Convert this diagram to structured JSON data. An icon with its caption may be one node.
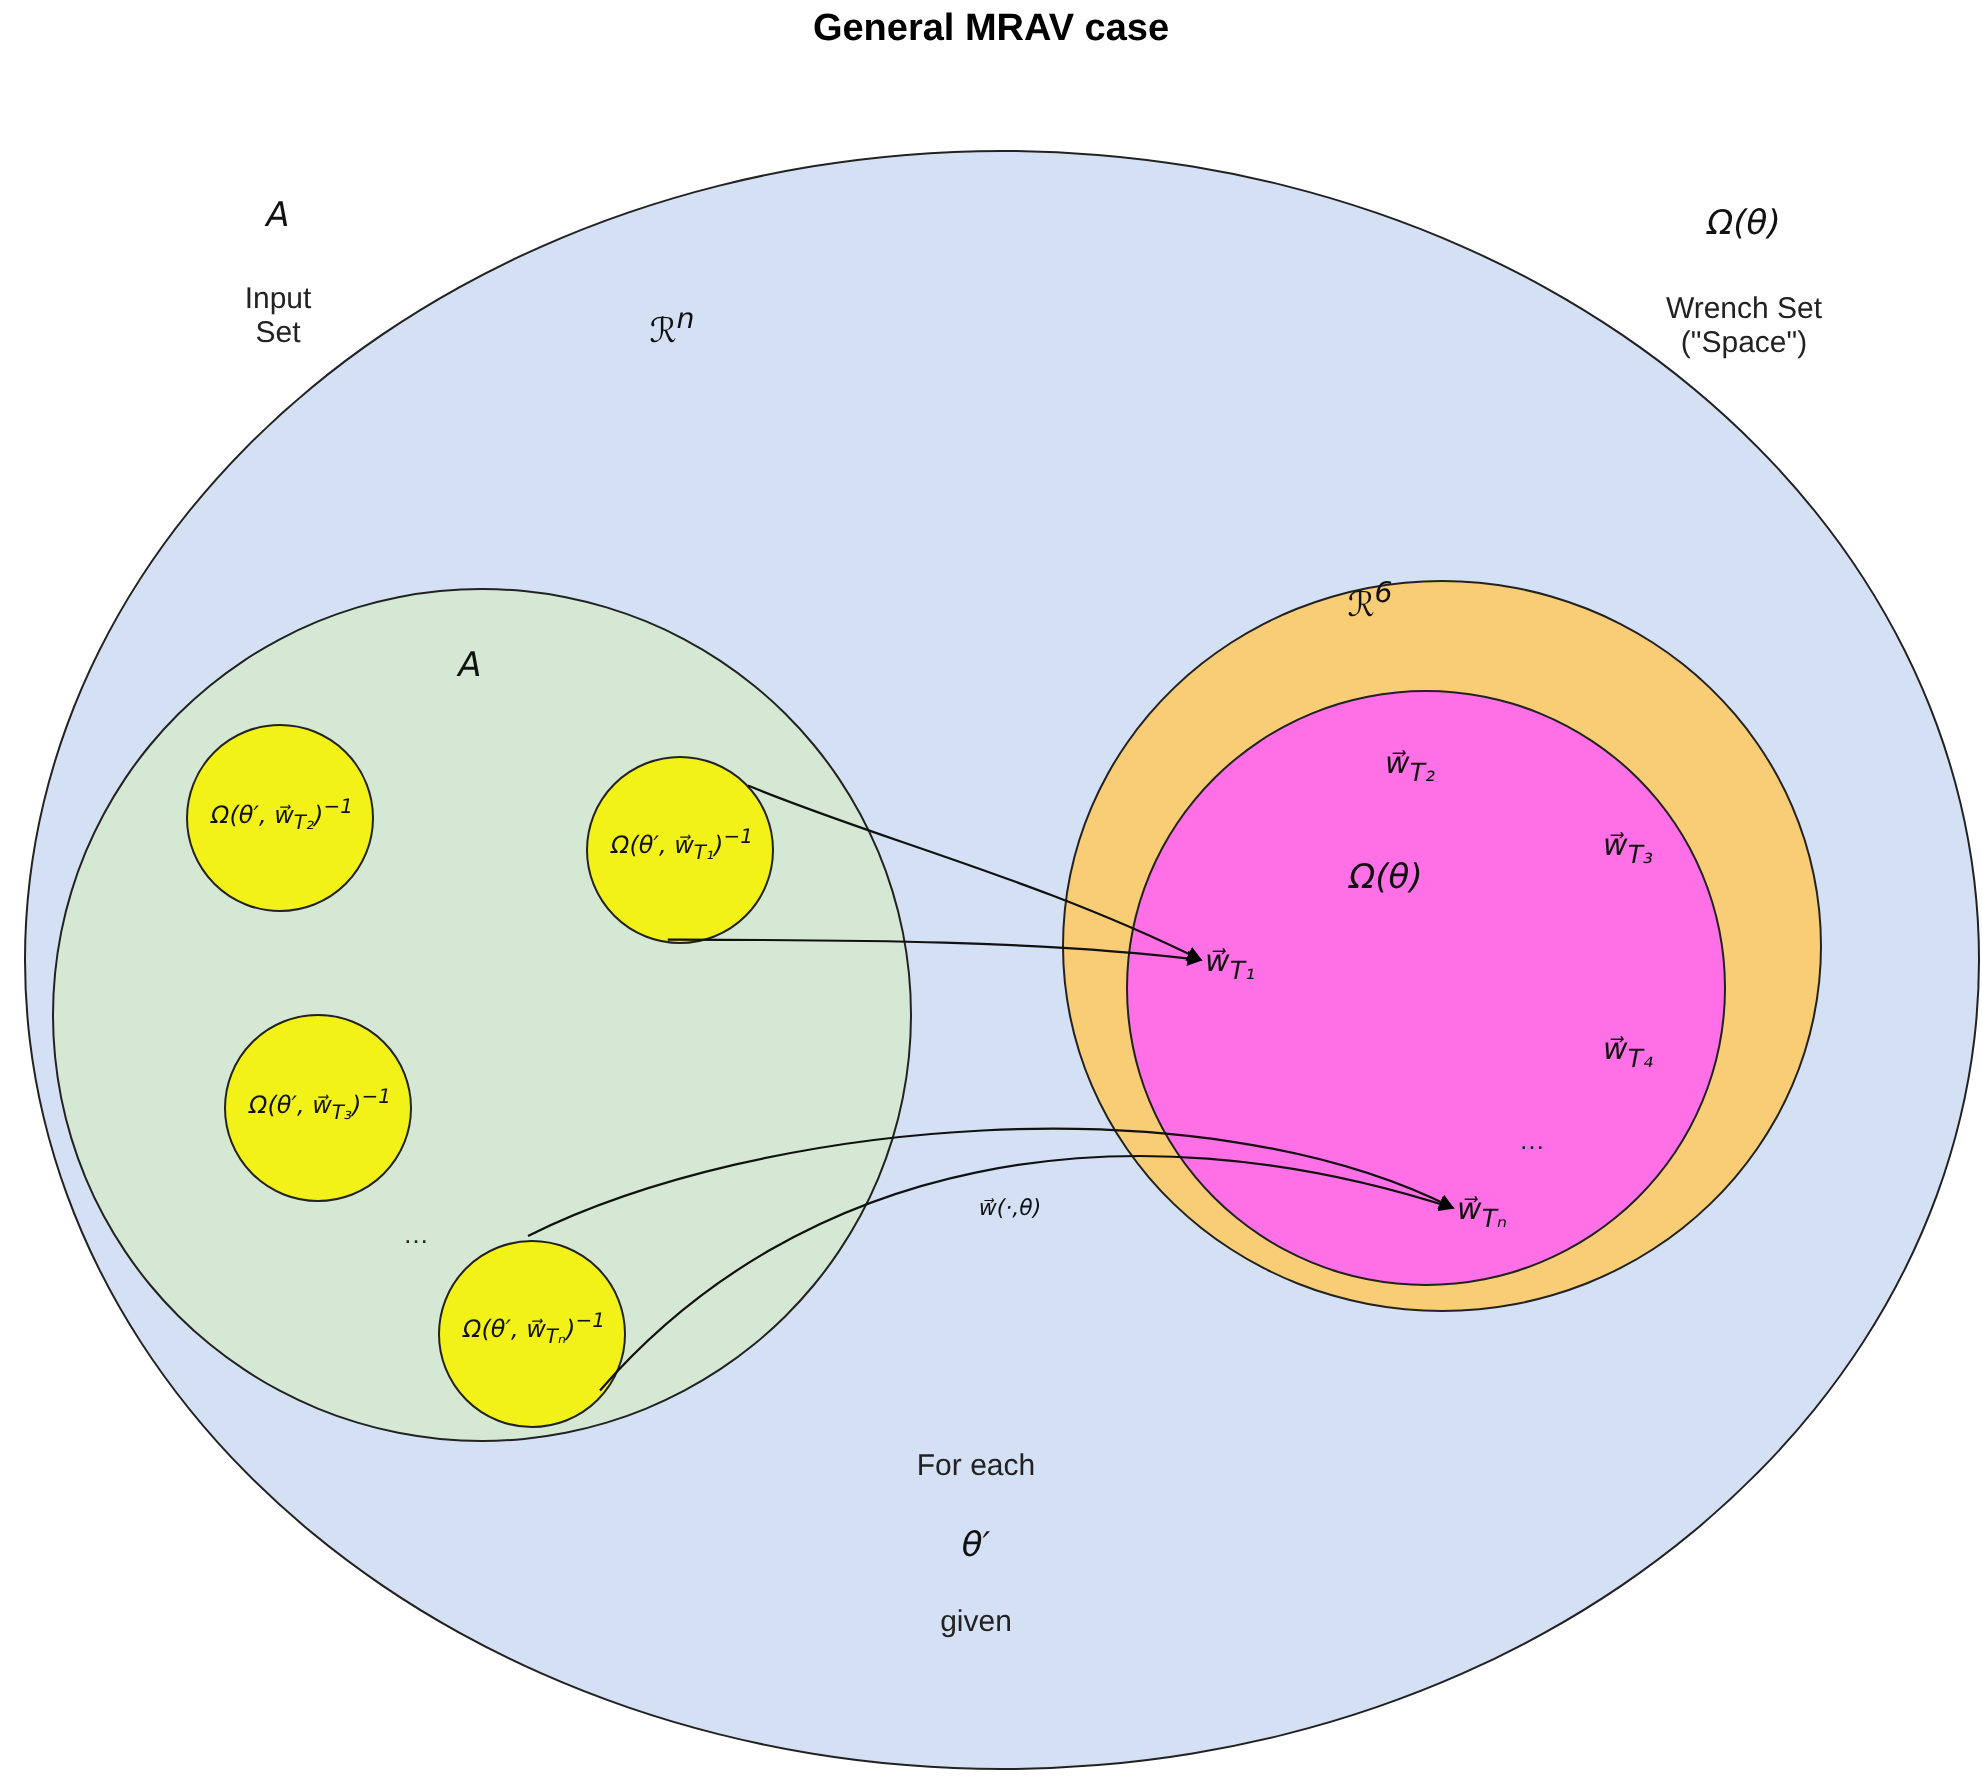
{
  "diagram": {
    "title": "General MRAV case",
    "nodes": [
      {
        "text": [
          "ℛ$^{n}$"
        ]
      },
      {
        "text": [
          "A"
        ],
        "in": 0
      },
      {
        "text": [
          "Ω(θ′, w⃗$_{T₂}$)$^{−1}$"
        ],
        "in": 1
      },
      {
        "text": [
          "Ω(θ′, w⃗$_{T₁}$)$^{−1}$"
        ],
        "in": 1
      },
      {
        "text": [
          "Ω(θ′, w⃗$_{T₃}$)$^{−1}$"
        ],
        "in": 1
      },
      {
        "text": [
          "Ω(θ′, w⃗$_{Tₙ}$)$^{−1}$"
        ],
        "in": 1
      },
      {
        "text": [
          "ℛ$^{6}$"
        ],
        "in": 0
      },
      {
        "text": [
          "Ω(θ)"
        ],
        "in": 6
      },
      {
        "text": [
          "w⃗$_{T₁}$"
        ],
        "in": 7
      },
      {
        "text": [
          "w⃗$_{Tₙ}$"
        ],
        "in": 7
      }
    ],
    "edges": [
      {
        "from": 3,
        "to": 8,
        "arrow": "to"
      },
      {
        "from": 3,
        "to": 8,
        "arrow": "to"
      },
      {
        "from": 5,
        "to": 9,
        "arrow": "to"
      },
      {
        "from": 5,
        "to": 9,
        "arrow": "to",
        "label": "w⃗(·,θ)"
      }
    ],
    "labels": [
      "A",
      "Input Set",
      "Ω(θ)",
      "Wrench Set (\"Space\")",
      "…",
      "w⃗$_{T₂}$",
      "w⃗$_{T₃}$",
      "w⃗$_{T₄}$",
      "…",
      "For each",
      "θ′",
      "given"
    ]
  }
}
